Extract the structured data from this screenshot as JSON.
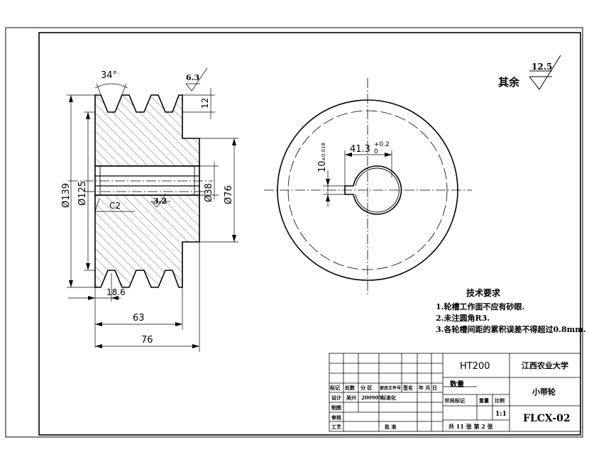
{
  "dimensions": {
    "angle_34": "34°",
    "rough_63": "6.3",
    "dim_12": "12",
    "dia_139": "Ø139",
    "dia_125": "Ø125",
    "dia_38": "Ø38",
    "dia_76": "Ø76",
    "chamfer_c2": "C2",
    "rough_32": "3.2",
    "dim_18_6": "18.6",
    "dim_63": "63",
    "dim_76": "76",
    "keyway_41_3": "41.3",
    "keyway_41_3_tol_upper": "+0.2",
    "keyway_41_3_tol_lower": "0",
    "keyway_10": "10",
    "keyway_10_tol": "±0.018"
  },
  "roughness_note": {
    "label": "其余",
    "value": "12.5"
  },
  "tech_requirements": {
    "title": "技术要求",
    "items": [
      "1.轮槽工作面不应有砂眼.",
      "2.未注圆角R3.",
      "3.各轮槽间距的累积误差不得超过0.8mm."
    ]
  },
  "title_block": {
    "material": "HT200",
    "school": "江西农业大学",
    "part_name": "小带轮",
    "drawing_no": "FLCX-02",
    "scale": "1:1",
    "quantity_label": "数量",
    "sheets": "共 11 张  第 2 张",
    "stage_mark": "阶段标记",
    "weight": "重量",
    "scale_label": "比例",
    "rev_headers": [
      "标记",
      "处数",
      "分 区",
      "更改文件号",
      "签名",
      "年 月 日"
    ],
    "design_label": "设计",
    "designer": "吴兴",
    "design_date": "200905",
    "standard_label": "标准化",
    "draw_label": "制图",
    "review_label": "审核",
    "process_label": "工艺",
    "approve_label": "批 准"
  }
}
